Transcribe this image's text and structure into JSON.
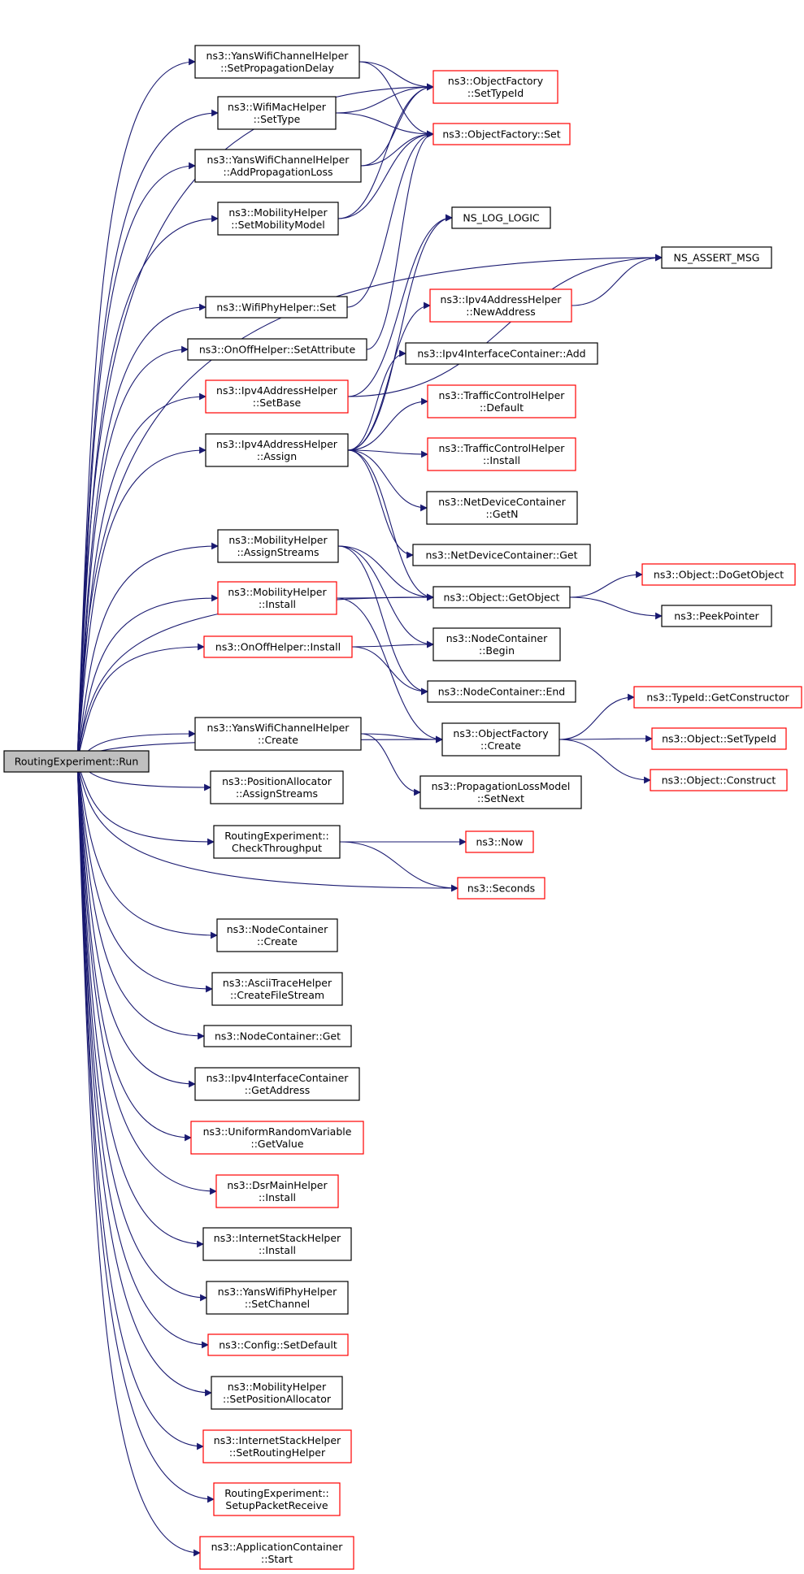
{
  "diagram": {
    "colors": {
      "edge": "#191970",
      "red_border": "#ff0000",
      "black_border": "#000000",
      "root_fill": "#bfbfbf"
    },
    "nodes": [
      {
        "id": "root",
        "lines": [
          "RoutingExperiment::Run"
        ],
        "border": "black",
        "root": true
      },
      {
        "id": "yans_propdelay",
        "lines": [
          "ns3::YansWifiChannelHelper",
          "::SetPropagationDelay"
        ],
        "border": "black"
      },
      {
        "id": "wifimac_settype",
        "lines": [
          "ns3::WifiMacHelper",
          "::SetType"
        ],
        "border": "black"
      },
      {
        "id": "yans_addprop",
        "lines": [
          "ns3::YansWifiChannelHelper",
          "::AddPropagationLoss"
        ],
        "border": "black"
      },
      {
        "id": "mob_setmodel",
        "lines": [
          "ns3::MobilityHelper",
          "::SetMobilityModel"
        ],
        "border": "black"
      },
      {
        "id": "wifiphy_set",
        "lines": [
          "ns3::WifiPhyHelper::Set"
        ],
        "border": "black"
      },
      {
        "id": "onoff_setattr",
        "lines": [
          "ns3::OnOffHelper::SetAttribute"
        ],
        "border": "black"
      },
      {
        "id": "ipv4_setbase",
        "lines": [
          "ns3::Ipv4AddressHelper",
          "::SetBase"
        ],
        "border": "red"
      },
      {
        "id": "ipv4_assign",
        "lines": [
          "ns3::Ipv4AddressHelper",
          "::Assign"
        ],
        "border": "black"
      },
      {
        "id": "mob_assignstreams",
        "lines": [
          "ns3::MobilityHelper",
          "::AssignStreams"
        ],
        "border": "black"
      },
      {
        "id": "mob_install",
        "lines": [
          "ns3::MobilityHelper",
          "::Install"
        ],
        "border": "red"
      },
      {
        "id": "onoff_install",
        "lines": [
          "ns3::OnOffHelper::Install"
        ],
        "border": "red"
      },
      {
        "id": "yans_create",
        "lines": [
          "ns3::YansWifiChannelHelper",
          "::Create"
        ],
        "border": "black"
      },
      {
        "id": "posalloc_assign",
        "lines": [
          "ns3::PositionAllocator",
          "::AssignStreams"
        ],
        "border": "black"
      },
      {
        "id": "re_checkthroughput",
        "lines": [
          "RoutingExperiment::",
          "CheckThroughput"
        ],
        "border": "black"
      },
      {
        "id": "nc_create",
        "lines": [
          "ns3::NodeContainer",
          "::Create"
        ],
        "border": "black"
      },
      {
        "id": "ascii_createfile",
        "lines": [
          "ns3::AsciiTraceHelper",
          "::CreateFileStream"
        ],
        "border": "black"
      },
      {
        "id": "nc_get",
        "lines": [
          "ns3::NodeContainer::Get"
        ],
        "border": "black"
      },
      {
        "id": "ipv4ic_getaddress",
        "lines": [
          "ns3::Ipv4InterfaceContainer",
          "::GetAddress"
        ],
        "border": "black"
      },
      {
        "id": "urv_getvalue",
        "lines": [
          "ns3::UniformRandomVariable",
          "::GetValue"
        ],
        "border": "red"
      },
      {
        "id": "dsr_install",
        "lines": [
          "ns3::DsrMainHelper",
          "::Install"
        ],
        "border": "red"
      },
      {
        "id": "ish_install",
        "lines": [
          "ns3::InternetStackHelper",
          "::Install"
        ],
        "border": "black"
      },
      {
        "id": "yansphy_setchannel",
        "lines": [
          "ns3::YansWifiPhyHelper",
          "::SetChannel"
        ],
        "border": "black"
      },
      {
        "id": "config_setdefault",
        "lines": [
          "ns3::Config::SetDefault"
        ],
        "border": "red"
      },
      {
        "id": "mob_setposalloc",
        "lines": [
          "ns3::MobilityHelper",
          "::SetPositionAllocator"
        ],
        "border": "black"
      },
      {
        "id": "ish_setrouting",
        "lines": [
          "ns3::InternetStackHelper",
          "::SetRoutingHelper"
        ],
        "border": "red"
      },
      {
        "id": "re_setuppacket",
        "lines": [
          "RoutingExperiment::",
          "SetupPacketReceive"
        ],
        "border": "red"
      },
      {
        "id": "appc_start",
        "lines": [
          "ns3::ApplicationContainer",
          "::Start"
        ],
        "border": "red"
      },
      {
        "id": "of_settypeid",
        "lines": [
          "ns3::ObjectFactory",
          "::SetTypeId"
        ],
        "border": "red"
      },
      {
        "id": "of_set",
        "lines": [
          "ns3::ObjectFactory::Set"
        ],
        "border": "red"
      },
      {
        "id": "ns_log_logic",
        "lines": [
          "NS_LOG_LOGIC"
        ],
        "border": "black"
      },
      {
        "id": "ns_assert_msg",
        "lines": [
          "NS_ASSERT_MSG"
        ],
        "border": "black"
      },
      {
        "id": "ipv4_newaddress",
        "lines": [
          "ns3::Ipv4AddressHelper",
          "::NewAddress"
        ],
        "border": "red"
      },
      {
        "id": "ipv4ic_add",
        "lines": [
          "ns3::Ipv4InterfaceContainer::Add"
        ],
        "border": "black"
      },
      {
        "id": "tch_default",
        "lines": [
          "ns3::TrafficControlHelper",
          "::Default"
        ],
        "border": "red"
      },
      {
        "id": "tch_install",
        "lines": [
          "ns3::TrafficControlHelper",
          "::Install"
        ],
        "border": "red"
      },
      {
        "id": "ndc_getn",
        "lines": [
          "ns3::NetDeviceContainer",
          "::GetN"
        ],
        "border": "black"
      },
      {
        "id": "ndc_get",
        "lines": [
          "ns3::NetDeviceContainer::Get"
        ],
        "border": "black"
      },
      {
        "id": "obj_getobject",
        "lines": [
          "ns3::Object::GetObject"
        ],
        "border": "black"
      },
      {
        "id": "nc_begin",
        "lines": [
          "ns3::NodeContainer",
          "::Begin"
        ],
        "border": "black"
      },
      {
        "id": "nc_end",
        "lines": [
          "ns3::NodeContainer::End"
        ],
        "border": "black"
      },
      {
        "id": "of_create",
        "lines": [
          "ns3::ObjectFactory",
          "::Create"
        ],
        "border": "black"
      },
      {
        "id": "plm_setnext",
        "lines": [
          "ns3::PropagationLossModel",
          "::SetNext"
        ],
        "border": "black"
      },
      {
        "id": "ns3_now",
        "lines": [
          "ns3::Now"
        ],
        "border": "red"
      },
      {
        "id": "ns3_seconds",
        "lines": [
          "ns3::Seconds"
        ],
        "border": "red"
      },
      {
        "id": "obj_dogetobject",
        "lines": [
          "ns3::Object::DoGetObject"
        ],
        "border": "red"
      },
      {
        "id": "peekpointer",
        "lines": [
          "ns3::PeekPointer"
        ],
        "border": "black"
      },
      {
        "id": "typeid_getconstructor",
        "lines": [
          "ns3::TypeId::GetConstructor"
        ],
        "border": "red"
      },
      {
        "id": "obj_settypeid",
        "lines": [
          "ns3::Object::SetTypeId"
        ],
        "border": "red"
      },
      {
        "id": "obj_construct",
        "lines": [
          "ns3::Object::Construct"
        ],
        "border": "red"
      }
    ],
    "edges": [
      [
        "root",
        "yans_propdelay"
      ],
      [
        "root",
        "wifimac_settype"
      ],
      [
        "root",
        "yans_addprop"
      ],
      [
        "root",
        "mob_setmodel"
      ],
      [
        "root",
        "wifiphy_set"
      ],
      [
        "root",
        "onoff_setattr"
      ],
      [
        "root",
        "ipv4_setbase"
      ],
      [
        "root",
        "ipv4_assign"
      ],
      [
        "root",
        "mob_assignstreams"
      ],
      [
        "root",
        "mob_install"
      ],
      [
        "root",
        "onoff_install"
      ],
      [
        "root",
        "yans_create"
      ],
      [
        "root",
        "posalloc_assign"
      ],
      [
        "root",
        "re_checkthroughput"
      ],
      [
        "root",
        "nc_create"
      ],
      [
        "root",
        "ascii_createfile"
      ],
      [
        "root",
        "nc_get"
      ],
      [
        "root",
        "ipv4ic_getaddress"
      ],
      [
        "root",
        "urv_getvalue"
      ],
      [
        "root",
        "dsr_install"
      ],
      [
        "root",
        "ish_install"
      ],
      [
        "root",
        "yansphy_setchannel"
      ],
      [
        "root",
        "config_setdefault"
      ],
      [
        "root",
        "mob_setposalloc"
      ],
      [
        "root",
        "ish_setrouting"
      ],
      [
        "root",
        "re_setuppacket"
      ],
      [
        "root",
        "appc_start"
      ],
      [
        "root",
        "of_settypeid"
      ],
      [
        "root",
        "ns_assert_msg"
      ],
      [
        "root",
        "obj_getobject"
      ],
      [
        "root",
        "of_create"
      ],
      [
        "root",
        "ns3_seconds"
      ],
      [
        "yans_propdelay",
        "of_settypeid"
      ],
      [
        "yans_propdelay",
        "of_set"
      ],
      [
        "wifimac_settype",
        "of_settypeid"
      ],
      [
        "wifimac_settype",
        "of_set"
      ],
      [
        "yans_addprop",
        "of_settypeid"
      ],
      [
        "yans_addprop",
        "of_set"
      ],
      [
        "mob_setmodel",
        "of_settypeid"
      ],
      [
        "mob_setmodel",
        "of_set"
      ],
      [
        "wifiphy_set",
        "of_set"
      ],
      [
        "onoff_setattr",
        "of_set"
      ],
      [
        "ipv4_setbase",
        "ns_log_logic"
      ],
      [
        "ipv4_setbase",
        "ns_assert_msg"
      ],
      [
        "ipv4_assign",
        "ns_log_logic"
      ],
      [
        "ipv4_assign",
        "ipv4_newaddress"
      ],
      [
        "ipv4_assign",
        "ipv4ic_add"
      ],
      [
        "ipv4_assign",
        "tch_default"
      ],
      [
        "ipv4_assign",
        "tch_install"
      ],
      [
        "ipv4_assign",
        "ndc_getn"
      ],
      [
        "ipv4_assign",
        "ndc_get"
      ],
      [
        "ipv4_assign",
        "obj_getobject"
      ],
      [
        "ipv4_newaddress",
        "ns_assert_msg"
      ],
      [
        "mob_assignstreams",
        "obj_getobject"
      ],
      [
        "mob_assignstreams",
        "nc_begin"
      ],
      [
        "mob_assignstreams",
        "nc_end"
      ],
      [
        "mob_install",
        "obj_getobject"
      ],
      [
        "mob_install",
        "of_create"
      ],
      [
        "onoff_install",
        "nc_begin"
      ],
      [
        "onoff_install",
        "nc_end"
      ],
      [
        "yans_create",
        "of_create"
      ],
      [
        "yans_create",
        "plm_setnext"
      ],
      [
        "re_checkthroughput",
        "ns3_now"
      ],
      [
        "re_checkthroughput",
        "ns3_seconds"
      ],
      [
        "obj_getobject",
        "obj_dogetobject"
      ],
      [
        "obj_getobject",
        "peekpointer"
      ],
      [
        "of_create",
        "typeid_getconstructor"
      ],
      [
        "of_create",
        "obj_settypeid"
      ],
      [
        "of_create",
        "obj_construct"
      ]
    ]
  }
}
